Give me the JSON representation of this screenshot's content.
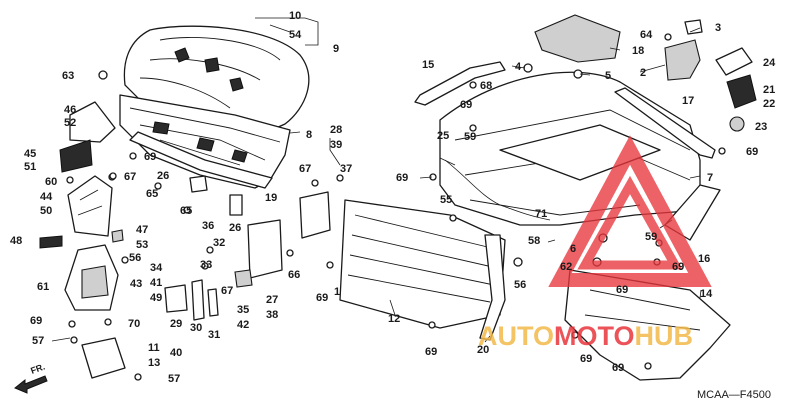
{
  "diagram_code": "MCAA—F4500",
  "front_marker": "FR.",
  "watermark": {
    "part1": "AUTO",
    "part2": "MOTO",
    "part3": "HUB",
    "color_primary": "#e8363b",
    "color_secondary": "#f2b94a"
  },
  "callouts": {
    "c10": "10",
    "c54a": "54",
    "c9": "9",
    "c3": "3",
    "c64": "64",
    "c18": "18",
    "c4": "4",
    "c5": "5",
    "c2": "2",
    "c24": "24",
    "c21": "21",
    "c22": "22",
    "c63": "63",
    "c15": "15",
    "c68": "68",
    "c69a": "69",
    "c59a": "59",
    "c46": "46",
    "c52": "52",
    "c8": "8",
    "c17": "17",
    "c23": "23",
    "c69b": "69",
    "c45": "45",
    "c51": "51",
    "c69c": "69",
    "c28": "28",
    "c39": "39",
    "c25": "25",
    "c60": "60",
    "c67a": "67",
    "c26a": "26",
    "c19": "19",
    "c67b": "67",
    "c37": "37",
    "c69d": "69",
    "c7": "7",
    "c44": "44",
    "c50": "50",
    "c65a": "65",
    "c65b": "65",
    "c55": "55",
    "c71": "71",
    "c58": "58",
    "c6": "6",
    "c36": "36",
    "c26b": "26",
    "c47": "47",
    "c53": "53",
    "c59b": "59",
    "c16": "16",
    "c48": "48",
    "c32": "32",
    "c56a": "56",
    "c33": "33",
    "c66": "66",
    "c69e": "69",
    "c69f": "69",
    "c62": "62",
    "c34": "34",
    "c41": "41",
    "c49": "49",
    "c61": "61",
    "c43": "43",
    "c35": "35",
    "c42": "42",
    "c27": "27",
    "c38": "38",
    "c1": "1",
    "c56b": "56",
    "c14": "14",
    "c67c": "67",
    "c69g": "69",
    "c12": "12",
    "c29": "29",
    "c40": "40",
    "c30": "30",
    "c31": "31",
    "c69h": "69",
    "c70": "70",
    "c11": "11",
    "c13": "13",
    "c57a": "57",
    "c57b": "57",
    "c20": "20",
    "c69i": "69",
    "c69j": "69",
    "c69k": "69"
  }
}
